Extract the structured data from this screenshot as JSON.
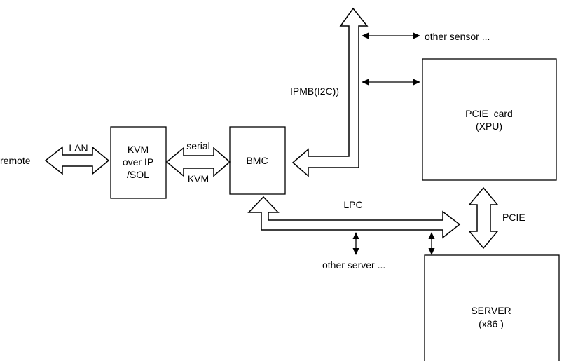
{
  "nodes": {
    "remote": "remote",
    "kvm": [
      "KVM",
      "over IP",
      "/SOL"
    ],
    "bmc": "BMC",
    "pcie_card": [
      "PCIE  card",
      "(XPU)"
    ],
    "server": [
      "SERVER",
      "(x86 )"
    ]
  },
  "edges": {
    "lan": "LAN",
    "serial": "serial",
    "kvm": "KVM",
    "ipmb": "IPMB(I2C))",
    "lpc": "LPC",
    "pcie": "PCIE"
  },
  "annotations": {
    "other_sensor": "other sensor ...",
    "other_server": "other server ..."
  }
}
